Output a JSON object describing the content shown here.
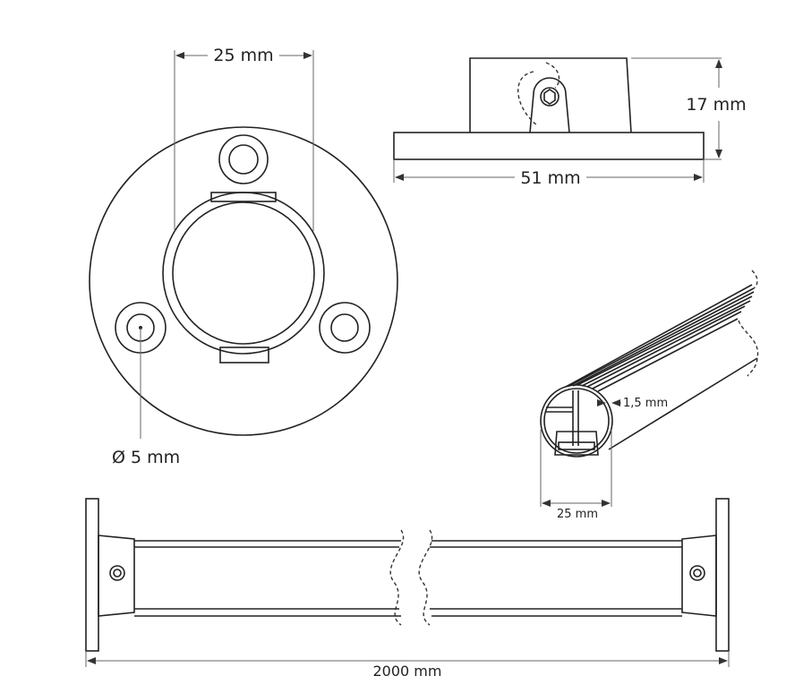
{
  "labels": {
    "flange_tube_diameter": "25 mm",
    "flange_height": "17 mm",
    "flange_width": "51 mm",
    "hole_diameter": "Ø 5 mm",
    "wall_thickness": "1,5 mm",
    "profile_diameter": "25 mm",
    "rail_length": "2000 mm"
  },
  "colors": {
    "line": "#222222",
    "dimension": "#666666"
  }
}
